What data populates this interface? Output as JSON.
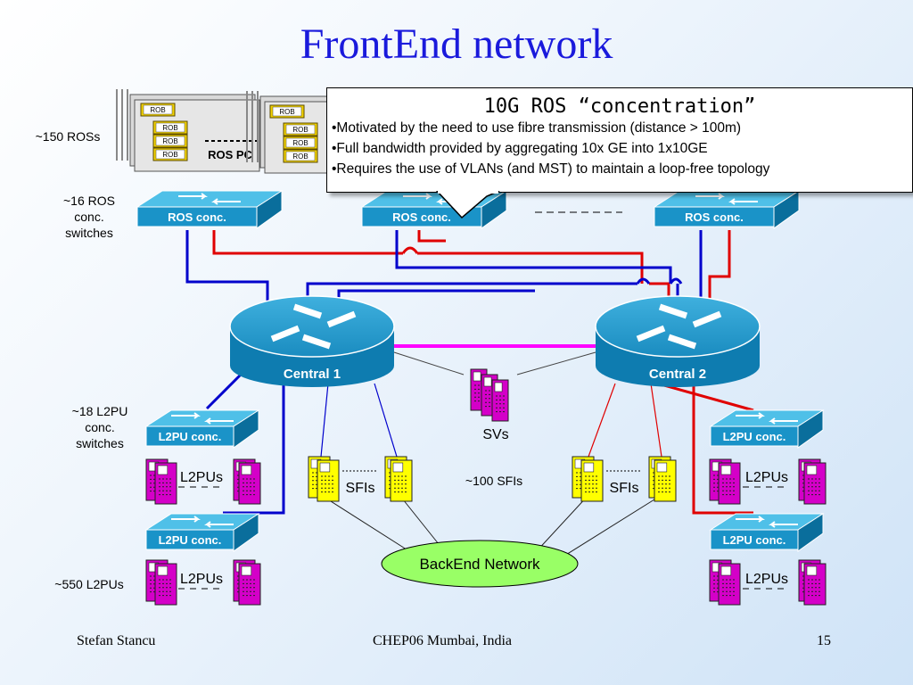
{
  "slide": {
    "title": "FrontEnd network",
    "footer_left": "Stefan Stancu",
    "footer_center": "CHEP06 Mumbai, India",
    "page_number": "15"
  },
  "callout": {
    "title": "10G ROS “concentration”",
    "bullets": [
      "•Motivated by the need to use fibre transmission (distance > 100m)",
      "•Full bandwidth provided by aggregating 10x GE into 1x10GE",
      "•Requires the use of VLANs (and MST) to maintain a loop-free topology"
    ]
  },
  "labels": {
    "ros_count": "~150 ROSs",
    "ros_pc": "ROS PC",
    "rob": "ROB",
    "ros_switch_count": [
      "~16 ROS",
      "conc.",
      "switches"
    ],
    "ros_conc": "ROS conc.",
    "central1": "Central 1",
    "central2": "Central 2",
    "svs": "SVs",
    "l2pu_switch_count": [
      "~18 L2PU",
      "conc.",
      "switches"
    ],
    "l2pu_conc": "L2PU conc.",
    "l2pus": "L2PUs",
    "sfis": "SFIs",
    "sfi_count": "~100 SFIs",
    "backend": "BackEnd Network",
    "l2pu_count": "~550 L2PUs"
  },
  "colors": {
    "title": "#1a1adc",
    "switch_blue": "#1a93c8",
    "link_blue": "#0000cc",
    "link_red": "#e00000",
    "link_magenta": "#ff00ff",
    "backend_green": "#99ff66",
    "server_magenta": "#d400c8",
    "server_yellow": "#ffff00"
  },
  "icons": [
    "switch-icon",
    "router-icon",
    "server-icon",
    "rob-card-icon"
  ]
}
